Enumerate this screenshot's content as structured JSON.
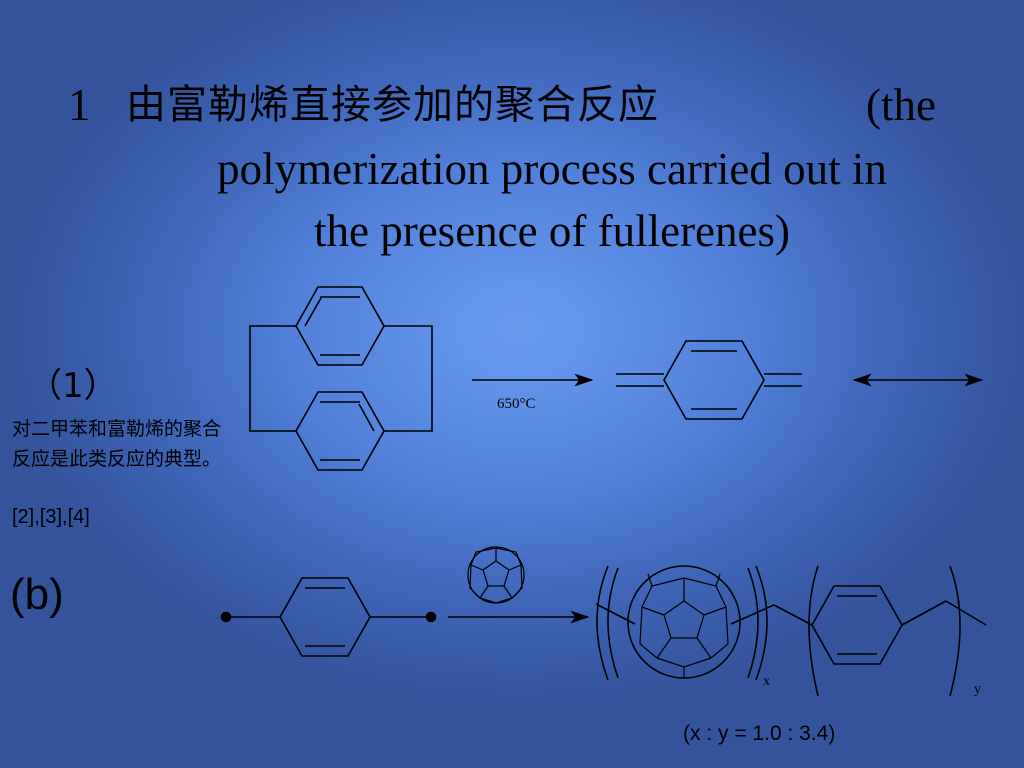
{
  "slide": {
    "title": {
      "number": "1",
      "chinese": "由富勒烯直接参加的聚合反应",
      "english_line1": "(the",
      "english_line2": "polymerization process carried out in",
      "english_line3": "the presence of fullerenes)"
    },
    "section1": {
      "label": "（1）",
      "description": "对二甲苯和富勒烯的聚合反应是此类反应的典型。",
      "references": "[2],[3],[4]",
      "reaction_condition": "650°C"
    },
    "section_b": {
      "label": "(b)",
      "subscript_x": "x",
      "subscript_y": "y",
      "ratio": "(x : y = 1.0 : 3.4)"
    }
  }
}
